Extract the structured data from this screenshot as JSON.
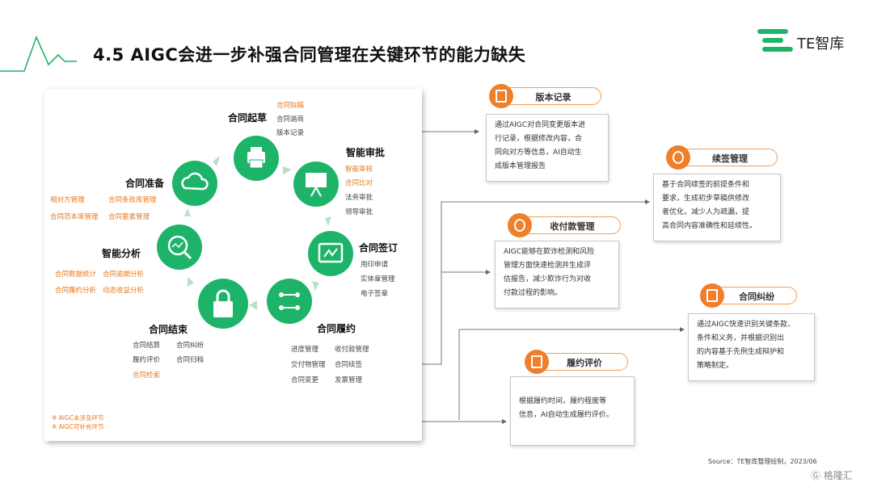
{
  "title": "4.5 AIGC会进一步补强合同管理在关键环节的能力缺失",
  "brand": {
    "name": "TE智库",
    "color": "#1db469"
  },
  "colors": {
    "green": "#1db469",
    "orange": "#ef7f2a",
    "light_green": "#b8e0c6"
  },
  "stages": {
    "qicao": {
      "title": "合同起草",
      "items": [
        "合同拟稿",
        "合同谐商",
        "版本记录"
      ]
    },
    "shenpi": {
      "title": "智能审批",
      "items": [
        "智能审核",
        "合同比对",
        "法务审批",
        "领导审批"
      ]
    },
    "qianding": {
      "title": "合同签订",
      "items": [
        "用印申请",
        "实体章管理",
        "电子签章"
      ]
    },
    "lvyue": {
      "title": "合同履约",
      "items": [
        "进度管理",
        "收付款管理",
        "交付物管理",
        "合同续签",
        "合同变更",
        "发票管理"
      ]
    },
    "jieshu": {
      "title": "合同结束",
      "items": [
        "合同结算",
        "合同纠纷",
        "履约评价",
        "合同归档",
        "合同检索"
      ]
    },
    "fenxi": {
      "title": "智能分析",
      "items": [
        "合同数据统计",
        "合同逾期分析",
        "合同履约分析",
        "动态收益分析"
      ]
    },
    "zhunbei": {
      "title": "合同准备",
      "items": [
        "相对方管理",
        "合同条款库管理",
        "合同范本库管理",
        "合同要素管理"
      ]
    }
  },
  "legend": [
    "※ AIGC未涉及环节",
    "※ AIGC可补充环节"
  ],
  "cards": {
    "banben": {
      "title": "版本记录",
      "body": [
        "通过AIGC对合同变更版本进",
        "行记录，根据修改内容，合",
        "同向对方等信息，AI自动生",
        "成版本管理报告"
      ]
    },
    "xuqian": {
      "title": "续签管理",
      "body": [
        "基于合同续签的前提条件和",
        "要求，生成初步草稿供修改",
        "者优化，减少人为疏漏，提",
        "高合同内容准确性和延续性。"
      ]
    },
    "shoufu": {
      "title": "收付款管理",
      "body": [
        "AIGC能够在欺诈检测和风险",
        "管理方面快速检测并生成评",
        "估报告，减少欺诈行为对收",
        "付款过程的影响。"
      ]
    },
    "jiufen": {
      "title": "合同纠纷",
      "body": [
        "通过AIGC快速识别关键条款、",
        "条件和义务，并根据识别出",
        "的内容基于先例生成辩护和",
        "策略制定。"
      ]
    },
    "pingjia": {
      "title": "履约评价",
      "body": [
        "根据履约时间，履约程度等",
        "信息，AI自动生成履约评价。"
      ]
    }
  },
  "source": "Source：TE智库整理绘制，2023/06",
  "watermark": "格隆汇"
}
